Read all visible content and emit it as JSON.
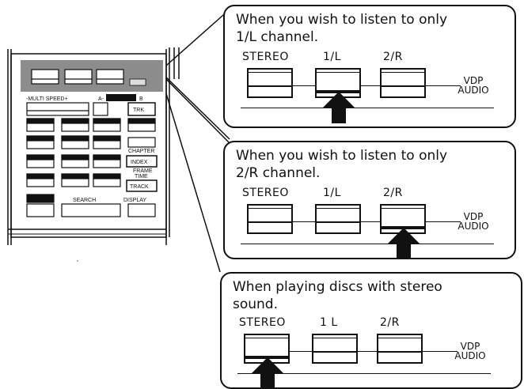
{
  "remote": {
    "multi_speed_label": "-MULTI SPEED+",
    "ab_label": "A-",
    "b_label": "B",
    "trk_label": "TRK",
    "chapter_label": "CHAPTER",
    "index_label": "INDEX",
    "frame_time_label": "FRAME\nTIME",
    "track_label": "TRACK",
    "search_label": "SEARCH",
    "display_label": "DISPLAY"
  },
  "panels": [
    {
      "caption": "When you wish to listen to only\n1/L channel.",
      "labels": [
        "STEREO",
        "1/L",
        "2/R"
      ],
      "vdp_label": "VDP",
      "audio_label": "AUDIO",
      "pressed_index": 1
    },
    {
      "caption": "When you wish to listen to only\n2/R channel.",
      "labels": [
        "STEREO",
        "1/L",
        "2/R"
      ],
      "vdp_label": "VDP",
      "audio_label": "AUDIO",
      "pressed_index": 2
    },
    {
      "caption": "When playing discs with stereo\nsound.",
      "labels": [
        "STEREO",
        "1 L",
        "2/R"
      ],
      "vdp_label": "VDP",
      "audio_label": "AUDIO",
      "pressed_index": 0
    }
  ]
}
